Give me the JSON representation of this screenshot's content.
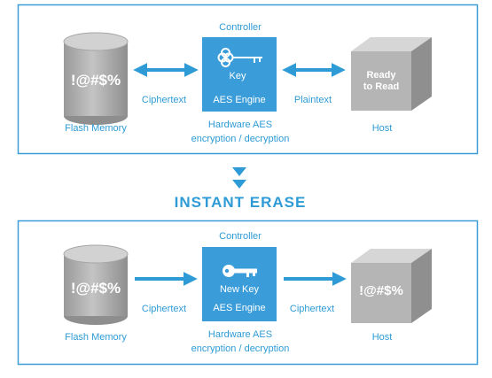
{
  "colors": {
    "accent": "#2E9BD6",
    "engine_box": "#3A9DDA",
    "frame_border": "#3A9DDA",
    "cylinder": "#B5B5B5",
    "cube": "#B8B8B8",
    "white": "#FFFFFF"
  },
  "top": {
    "controller": "Controller",
    "key_label": "Key",
    "engine_label": "AES Engine",
    "cylinder_text": "!@#$%",
    "cube_text_1": "Ready",
    "cube_text_2": "to Read",
    "left_arrow_label": "Ciphertext",
    "right_arrow_label": "Plaintext",
    "flash_label": "Flash Memory",
    "hw_label_1": "Hardware AES",
    "hw_label_2": "encryption / decryption",
    "host_label": "Host"
  },
  "middle": {
    "title": "INSTANT ERASE"
  },
  "bottom": {
    "controller": "Controller",
    "key_label": "New Key",
    "engine_label": "AES Engine",
    "cylinder_text": "!@#$%",
    "cube_text": "!@#$%",
    "left_arrow_label": "Ciphertext",
    "right_arrow_label": "Ciphertext",
    "flash_label": "Flash Memory",
    "hw_label_1": "Hardware AES",
    "hw_label_2": "encryption / decryption",
    "host_label": "Host"
  }
}
